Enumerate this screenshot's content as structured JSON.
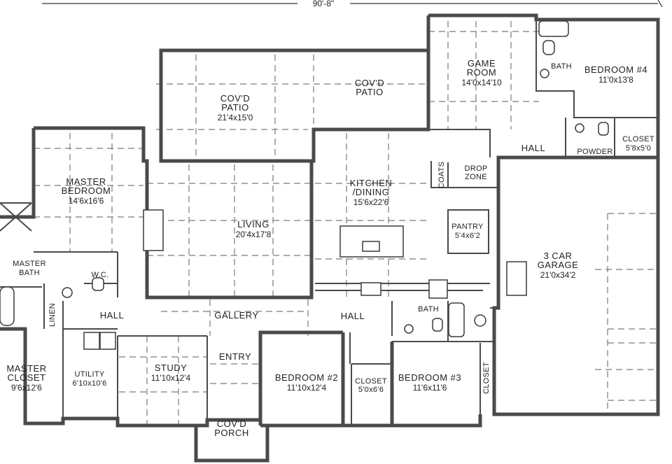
{
  "overall_dimension": "90'-8\"",
  "rooms": {
    "covd_patio_main": {
      "name": [
        "COV'D",
        "PATIO"
      ],
      "size": "21'4x15'0"
    },
    "covd_patio_2": {
      "name": [
        "COV'D",
        "PATIO"
      ],
      "size": ""
    },
    "game_room": {
      "name": [
        "GAME",
        "ROOM"
      ],
      "size": "14'0x14'10"
    },
    "bath_upper": {
      "name": [
        "BATH"
      ],
      "size": ""
    },
    "bedroom_4": {
      "name": [
        "BEDROOM #4"
      ],
      "size": "11'0x13'8"
    },
    "master_bedroom": {
      "name": [
        "MASTER",
        "BEDROOM"
      ],
      "size": "14'6x16'6"
    },
    "living": {
      "name": [
        "LIVING"
      ],
      "size": "20'4x17'8"
    },
    "kitchen_dining": {
      "name": [
        "KITCHEN",
        "/DINING"
      ],
      "size": "15'6x22'6"
    },
    "hall_upper": {
      "name": [
        "HALL"
      ],
      "size": ""
    },
    "powder": {
      "name": [
        "POWDER"
      ],
      "size": ""
    },
    "closet_upper": {
      "name": [
        "CLOSET"
      ],
      "size": "5'8x5'0"
    },
    "coats": {
      "name": [
        "COATS"
      ],
      "size": ""
    },
    "drop_zone": {
      "name": [
        "DROP",
        "ZONE"
      ],
      "size": ""
    },
    "pantry": {
      "name": [
        "PANTRY"
      ],
      "size": "5'4x6'2"
    },
    "garage": {
      "name": [
        "3 CAR",
        "GARAGE"
      ],
      "size": "21'0x34'2"
    },
    "master_bath": {
      "name": [
        "MASTER",
        "BATH"
      ],
      "size": ""
    },
    "wc": {
      "name": [
        "W.C."
      ],
      "size": ""
    },
    "hall_left": {
      "name": [
        "HALL"
      ],
      "size": ""
    },
    "gallery": {
      "name": [
        "GALLERY"
      ],
      "size": ""
    },
    "hall_mid": {
      "name": [
        "HALL"
      ],
      "size": ""
    },
    "bath_lower": {
      "name": [
        "BATH"
      ],
      "size": ""
    },
    "linen": {
      "name": [
        "LINEN"
      ],
      "size": ""
    },
    "master_closet": {
      "name": [
        "MASTER",
        "CLOSET"
      ],
      "size": "9'6x12'6"
    },
    "utility": {
      "name": [
        "UTILITY"
      ],
      "size": "6'10x10'6"
    },
    "study": {
      "name": [
        "STUDY"
      ],
      "size": "11'10x12'4"
    },
    "entry": {
      "name": [
        "ENTRY"
      ],
      "size": ""
    },
    "bedroom_2": {
      "name": [
        "BEDROOM #2"
      ],
      "size": "11'10x12'4"
    },
    "closet_b2": {
      "name": [
        "CLOSET"
      ],
      "size": "5'0x6'6"
    },
    "bedroom_3": {
      "name": [
        "BEDROOM #3"
      ],
      "size": "11'6x11'6"
    },
    "closet_b3": {
      "name": [
        "CLOSET"
      ],
      "size": ""
    },
    "covd_porch": {
      "name": [
        "COV'D",
        "PORCH"
      ],
      "size": ""
    }
  }
}
